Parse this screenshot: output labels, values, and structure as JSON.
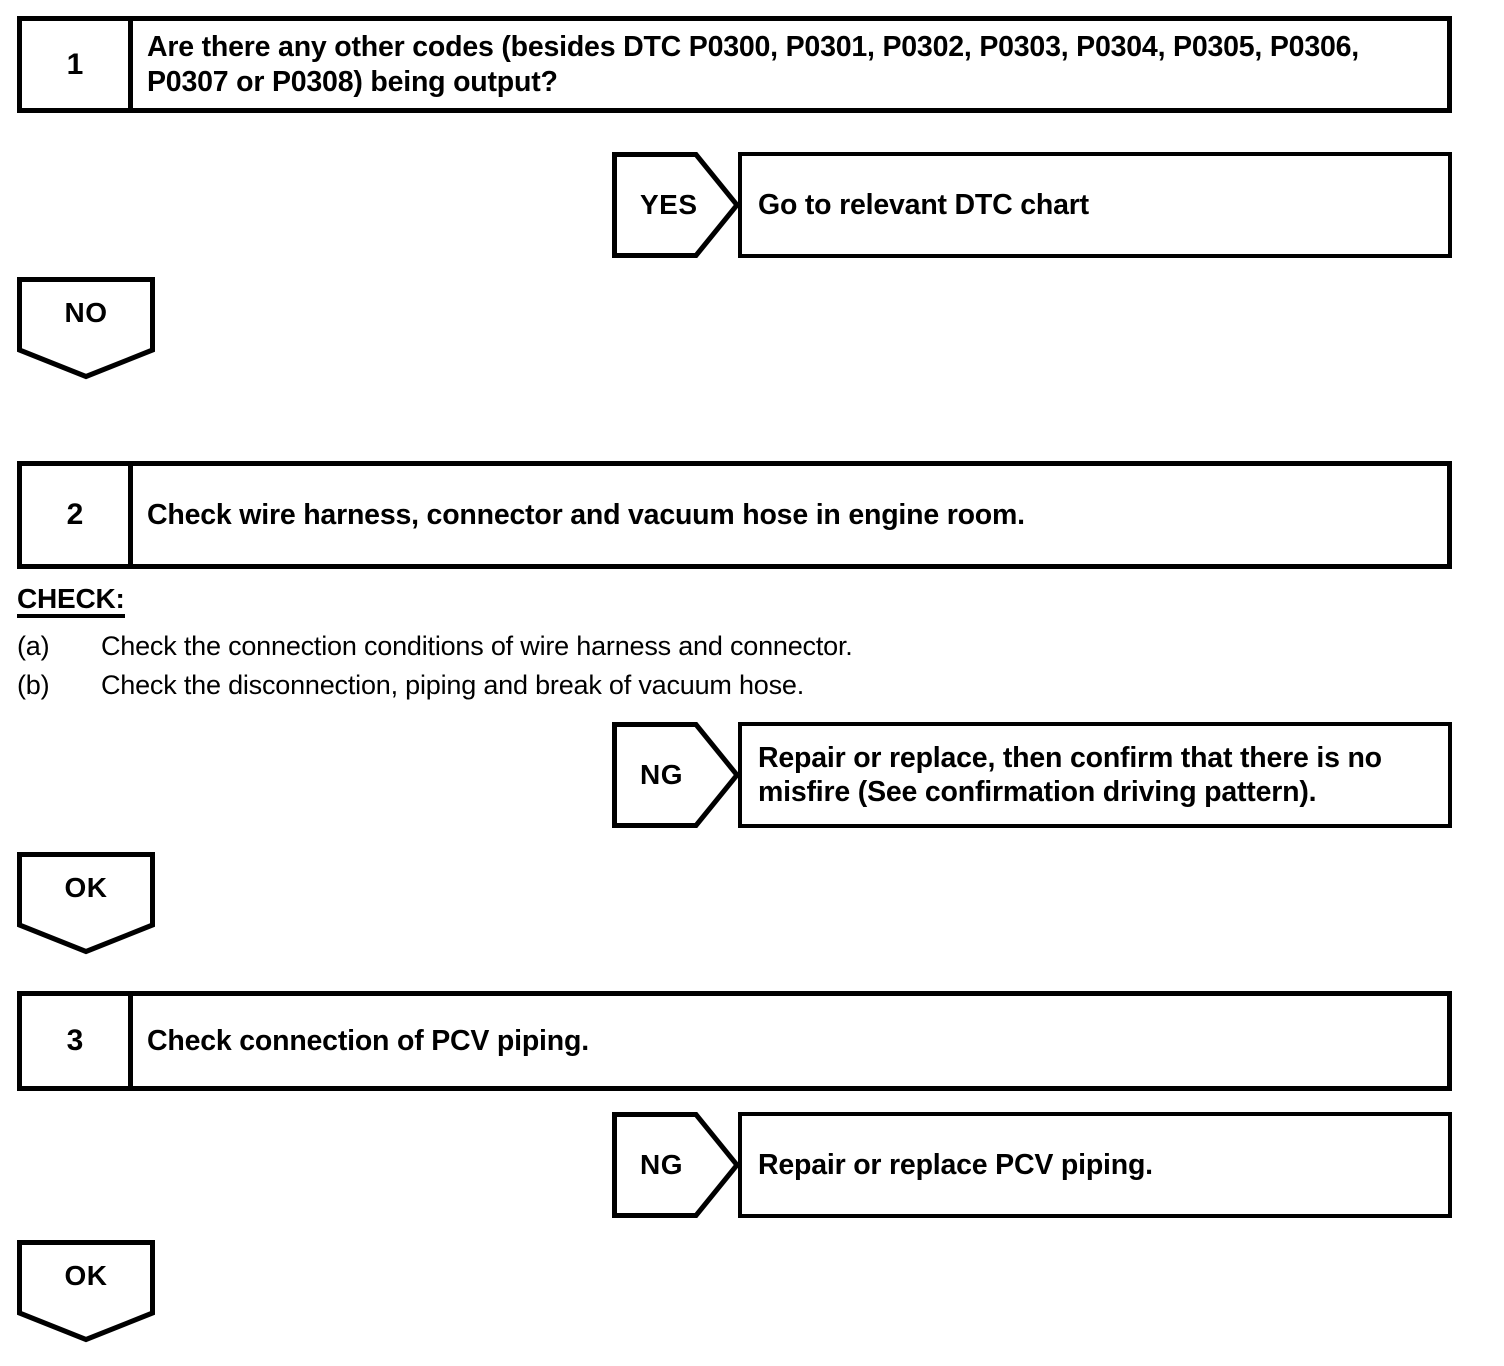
{
  "document": {
    "type": "diagnostic-troubleshooting-flowchart",
    "background_color": "#ffffff",
    "line_color": "#000000"
  },
  "steps": [
    {
      "number": "1",
      "text": "Are there any other codes (besides DTC P0300, P0301, P0302, P0303, P0304, P0305, P0306, P0307 or P0308) being output?"
    },
    {
      "number": "2",
      "text": "Check wire harness, connector and vacuum hose in engine room."
    },
    {
      "number": "3",
      "text": "Check connection of PCV piping."
    }
  ],
  "branches": {
    "yes_1": {
      "label": "YES"
    },
    "no_1": {
      "label": "NO"
    },
    "ng_2": {
      "label": "NG"
    },
    "ok_2": {
      "label": "OK"
    },
    "ng_3": {
      "label": "NG"
    },
    "ok_3": {
      "label": "OK"
    }
  },
  "results": {
    "dtc_chart": {
      "text": "Go to relevant DTC chart"
    },
    "repair_misfire": {
      "text": "Repair or replace, then confirm that there is no misfire (See confirmation driving pattern)."
    },
    "repair_pcv": {
      "text": "Repair or replace PCV piping."
    }
  },
  "check_block": {
    "title": "CHECK:",
    "items": [
      {
        "marker": "(a)",
        "text": "Check the connection conditions of wire harness and connector."
      },
      {
        "marker": "(b)",
        "text": "Check the disconnection, piping and break of vacuum hose."
      }
    ]
  }
}
